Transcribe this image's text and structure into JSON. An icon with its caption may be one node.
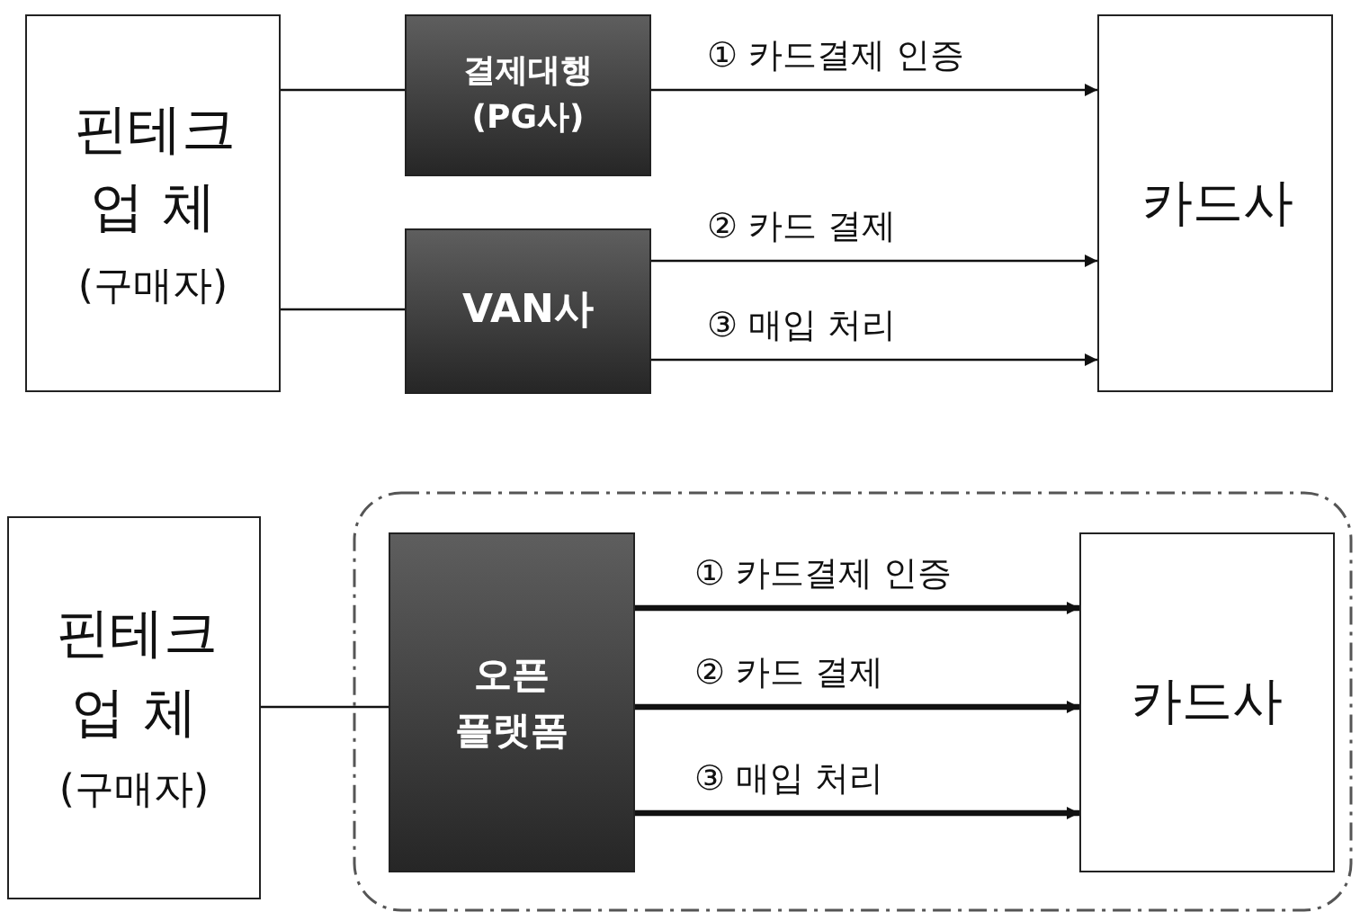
{
  "diagram": {
    "nodes": [
      {
        "text": [
          "핀테크 업 체",
          "(구매자)"
        ]
      },
      {
        "text": [
          "결제대행 (PG사)"
        ]
      },
      {
        "text": [
          "VAN사"
        ]
      },
      {
        "text": [
          "카드사"
        ]
      },
      {
        "text": [
          "핀테크 업 체",
          "(구매자)"
        ]
      },
      {
        "text": [],
        "shape": "box"
      },
      {
        "text": [
          "오픈 플랫폼"
        ],
        "in": 5
      },
      {
        "text": [
          "카드사"
        ],
        "in": 5
      }
    ],
    "edges": [
      {
        "from": 0,
        "to": 1,
        "arrow": "none"
      },
      {
        "from": 0,
        "to": 2,
        "arrow": "none"
      },
      {
        "from": 1,
        "to": 3,
        "arrow": "to",
        "label": "① 카드결제 인증"
      },
      {
        "from": 2,
        "to": 3,
        "arrow": "to",
        "label": "② 카드 결제"
      },
      {
        "from": 2,
        "to": 3,
        "arrow": "to",
        "label": "③ 매입 처리"
      },
      {
        "from": 4,
        "to": 6,
        "arrow": "none"
      },
      {
        "from": 6,
        "to": 7,
        "arrow": "to",
        "label": "① 카드결제 인증",
        "style": "thick"
      },
      {
        "from": 6,
        "to": 7,
        "arrow": "to",
        "label": "② 카드 결제",
        "style": "thick"
      },
      {
        "from": 6,
        "to": 7,
        "arrow": "to",
        "label": "③ 매입 처리",
        "style": "thick"
      }
    ]
  }
}
